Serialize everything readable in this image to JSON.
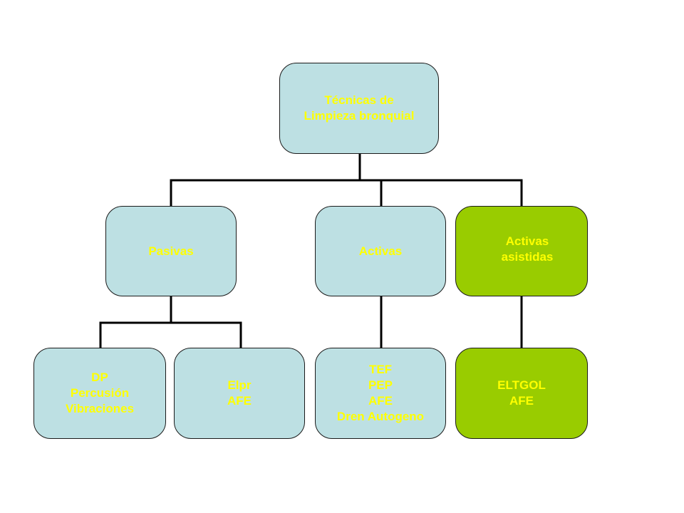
{
  "diagram": {
    "root": {
      "lines": [
        "Técnicas de",
        "Limpieza bronquial"
      ],
      "color": "#bde0e3"
    },
    "pasivas": {
      "lines": [
        "Pasivas"
      ],
      "color": "#bde0e3"
    },
    "activas": {
      "lines": [
        "Activas"
      ],
      "color": "#bde0e3"
    },
    "activas_asistidas": {
      "lines": [
        "Activas",
        "asistidas"
      ],
      "color": "#99cc00"
    },
    "dp": {
      "lines": [
        "DP",
        "Percusión",
        "Vibraciones"
      ],
      "color": "#bde0e3"
    },
    "elpr": {
      "lines": [
        "Elpr",
        "AFE"
      ],
      "color": "#bde0e3"
    },
    "tef": {
      "lines": [
        "TEF",
        "PEP",
        "AFE",
        "Dren Autogeno"
      ],
      "color": "#bde0e3"
    },
    "eltgol": {
      "lines": [
        "ELTGOL",
        "AFE"
      ],
      "color": "#99cc00"
    },
    "text_color": "#ffff00"
  }
}
